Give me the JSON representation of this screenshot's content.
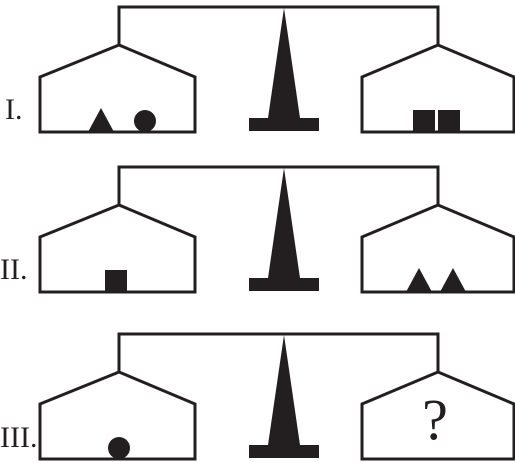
{
  "rows": [
    {
      "label": "I.",
      "left_pan_items": [
        {
          "shape": "triangle",
          "color": "#231f20"
        },
        {
          "shape": "circle",
          "color": "#231f20"
        }
      ],
      "right_pan_items": [
        {
          "shape": "square",
          "color": "#231f20"
        },
        {
          "shape": "square",
          "color": "#231f20"
        }
      ],
      "right_pan_text": ""
    },
    {
      "label": "II.",
      "left_pan_items": [
        {
          "shape": "square",
          "color": "#231f20"
        }
      ],
      "right_pan_items": [
        {
          "shape": "triangle",
          "color": "#231f20"
        },
        {
          "shape": "triangle",
          "color": "#231f20"
        }
      ],
      "right_pan_text": ""
    },
    {
      "label": "III.",
      "left_pan_items": [
        {
          "shape": "circle",
          "color": "#231f20"
        }
      ],
      "right_pan_items": [],
      "right_pan_text": "?"
    }
  ],
  "colors": {
    "ink": "#231f20",
    "background": "#ffffff"
  }
}
